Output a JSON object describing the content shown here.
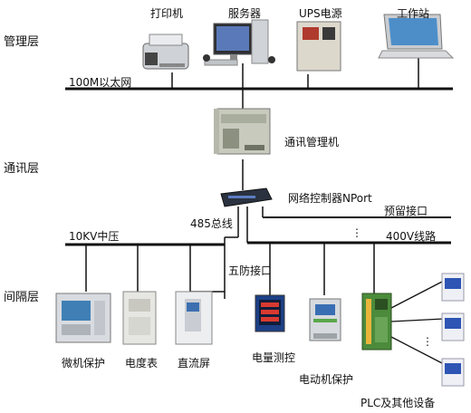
{
  "layers": {
    "management": "管理层",
    "communication": "通讯层",
    "interval": "间隔层"
  },
  "top_devices": {
    "printer": "打印机",
    "server": "服务器",
    "ups": "UPS电源",
    "workstation": "工作站"
  },
  "ethernet_label": "100M以太网",
  "comm_manager": "通讯管理机",
  "network_controller": "网络控制器NPort",
  "reserved_port": "预留接口",
  "rs485_bus": "485总线",
  "voltage_10kv": "10KV中压",
  "line_400v": "400V线路",
  "anti_misoperation": "五防接口",
  "ellipsis": "⋮",
  "bottom_devices": {
    "microprotection": "微机保护",
    "meter": "电度表",
    "dc_panel": "直流屏",
    "power_monitor": "电量测控",
    "motor_protection": "电动机保护",
    "plc": "PLC及其他设备"
  }
}
